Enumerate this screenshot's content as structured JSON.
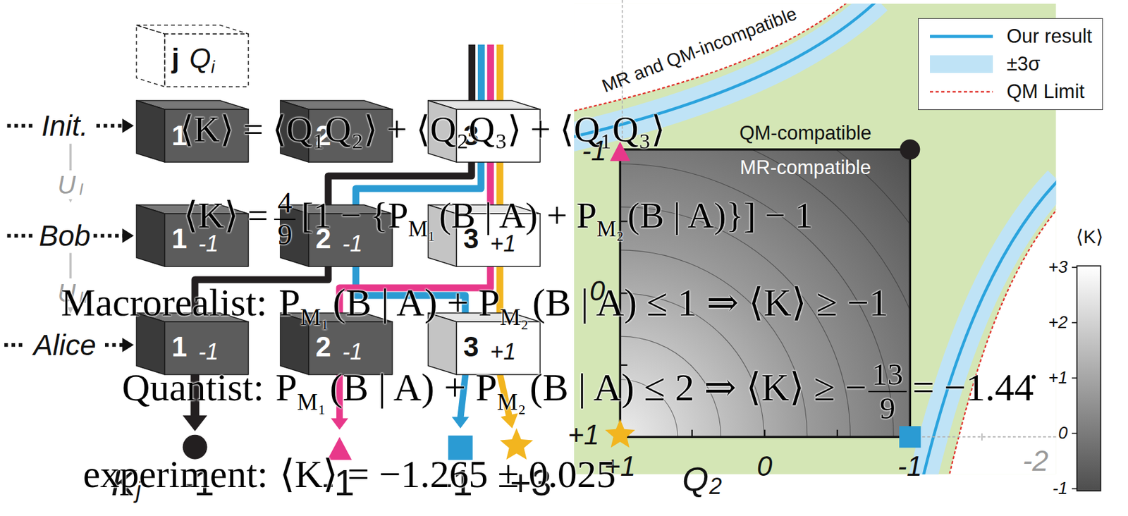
{
  "diagram": {
    "nodes": [
      {
        "text": [
          "j",
          "Q",
          "i"
        ]
      },
      {
        "text": [
          "1"
        ]
      },
      {
        "text": [
          "2"
        ]
      },
      {
        "text": [
          "3"
        ]
      },
      {
        "text": [
          "1",
          "-1"
        ]
      },
      {
        "text": [
          "2",
          "-1"
        ]
      },
      {
        "text": [
          "3",
          "+1"
        ]
      },
      {
        "text": [
          "1",
          "-1"
        ]
      },
      {
        "text": [
          "2",
          "-1"
        ]
      },
      {
        "text": [
          "3",
          "+1"
        ]
      }
    ],
    "edges": [
      {
        "from": 3,
        "to": 5,
        "arrow": "none"
      },
      {
        "from": 3,
        "to": 5,
        "arrow": "none"
      },
      {
        "from": 3,
        "to": 6,
        "arrow": "none"
      },
      {
        "from": 3,
        "to": 6,
        "arrow": "none"
      },
      {
        "from": 5,
        "to": 7,
        "arrow": "none"
      },
      {
        "from": 5,
        "to": 9,
        "arrow": "none"
      },
      {
        "from": 6,
        "to": 8,
        "arrow": "none"
      },
      {
        "from": 6,
        "to": 9,
        "arrow": "none"
      }
    ],
    "labels": [
      "Init.",
      "Bob",
      "Alice",
      "U",
      "I",
      "U",
      "II",
      "K",
      "j",
      "-1",
      "-1",
      "-1",
      "+3",
      "MR and QM-incompatible",
      "QM-compatible",
      "MR-compatible",
      "-1",
      "0",
      "+1",
      "+1",
      "0",
      "-1",
      "Q",
      "2",
      "-2",
      "⟨K⟩",
      "+3",
      "+2",
      "+1",
      "0",
      "-1",
      "⟨K⟩ = ⟨Q₁Q₂⟩ + ⟨Q₂Q₃⟩ + ⟨Q₁Q₃⟩",
      "⟨K⟩ =",
      "4",
      "9",
      "[1 − {P",
      "M₁",
      "(B | A) + P",
      "M₂",
      "(B | A)}] − 1",
      "Macrorealist:",
      "P",
      "M₁",
      "(B | A) + P",
      "M₂",
      "(B | A) ≤ 1 ⇒ ⟨K⟩ ≥ −1",
      "Quantist:",
      "P",
      "M₁",
      "(B | A) + P",
      "M₂",
      "(B | A) ≤ 2 ⇒ ⟨K⟩ ≥ −",
      "13",
      "9",
      "= −1.44̇",
      "experiment:",
      "⟨K⟩ = −1.265 ± 0.025"
    ],
    "legend": [
      {
        "text": "Our result"
      },
      {
        "text": "±3σ",
        "color": "#bfe3f6"
      },
      {
        "text": "QM Limit"
      }
    ]
  }
}
